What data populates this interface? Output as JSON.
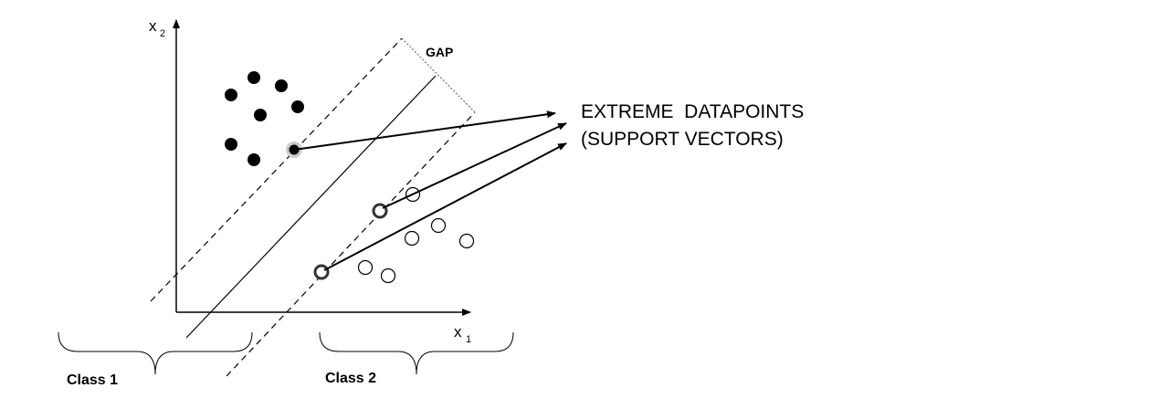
{
  "axes": {
    "x_label": "x",
    "x_subscript": "1",
    "y_label": "x",
    "y_subscript": "2"
  },
  "gap_label": "GAP",
  "annotation": {
    "line1": "EXTREME  DATAPOINTS",
    "line2": "(SUPPORT VECTORS)"
  },
  "classes": {
    "class1_label": "Class 1",
    "class2_label": "Class 2"
  },
  "colors": {
    "ink": "#000000",
    "support_highlight": "#cccccc",
    "background": "#ffffff"
  }
}
